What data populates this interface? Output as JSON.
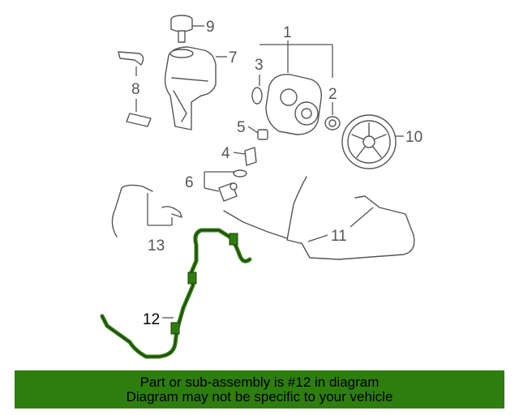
{
  "callouts": {
    "c1": "1",
    "c2": "2",
    "c3": "3",
    "c4": "4",
    "c5": "5",
    "c6": "6",
    "c7": "7",
    "c8": "8",
    "c9": "9",
    "c10": "10",
    "c11": "11",
    "c12": "12",
    "c13": "13"
  },
  "highlighted_part": "12",
  "banner": {
    "line1": "Part or sub-assembly is #12 in diagram",
    "line2": "Diagram may not be specific to your vehicle"
  },
  "colors": {
    "highlight_part": "#2e7d0f",
    "banner_background": "#2e7d0f",
    "line_art": "#555555"
  }
}
